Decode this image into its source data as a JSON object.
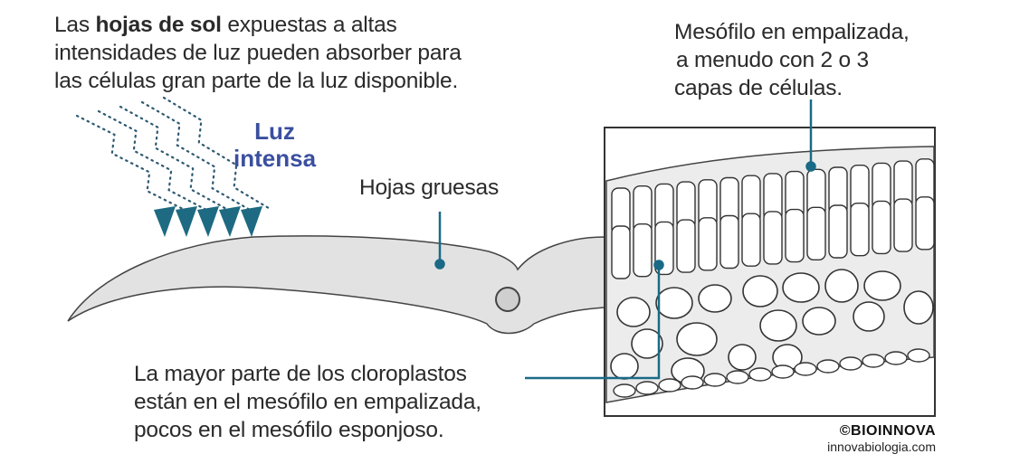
{
  "top_left_text": {
    "lines": [
      {
        "before": "Las ",
        "bold": "hojas de sol",
        "after": " expuestas a altas"
      },
      {
        "text": "intensidades de luz pueden absorber para"
      },
      {
        "text": "las células gran parte de la luz disponible."
      }
    ]
  },
  "top_right_text": {
    "lines": [
      "Mesófilo en empalizada,",
      "a menudo con 2 o 3",
      "capas de células."
    ]
  },
  "light_label": {
    "lines": [
      "Luz",
      "intensa"
    ]
  },
  "leaf_label": "Hojas gruesas",
  "bottom_text": {
    "lines": [
      "La mayor parte de los cloroplastos",
      "están en el mesófilo en empalizada,",
      "pocos en el mesófilo esponjoso."
    ]
  },
  "credit": {
    "brand": "©BIOINNOVA",
    "site": "innovabiologia.com"
  },
  "colors": {
    "leader": "#1a6a87",
    "light_label": "#3a4fa0",
    "arrow": "#1d6a82",
    "leaf_fill": "#e2e2e2"
  }
}
